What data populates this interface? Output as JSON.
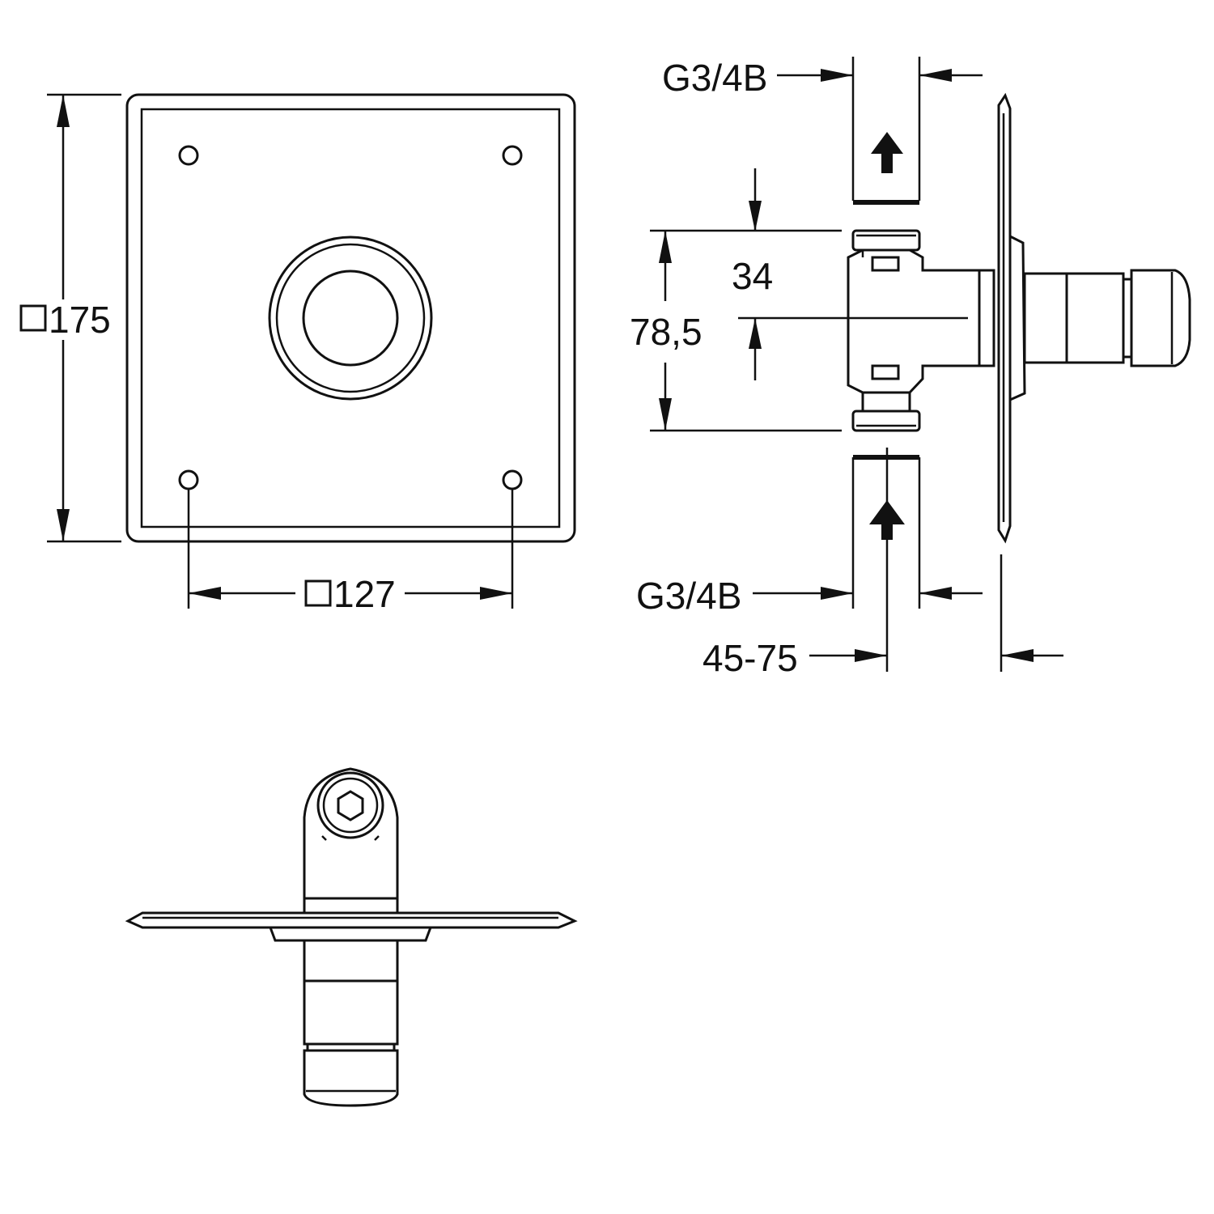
{
  "labels": {
    "square_outer": "175",
    "square_holes": "127",
    "thread_top": "G3/4B",
    "thread_bottom": "G3/4B",
    "depth_center": "34",
    "height_total": "78,5",
    "wall_range": "45-75"
  },
  "colors": {
    "line": "#111111",
    "background": "#ffffff"
  },
  "icons": {
    "square_symbol": "square-dimension-icon",
    "flow_arrow": "flow-arrow-icon"
  }
}
